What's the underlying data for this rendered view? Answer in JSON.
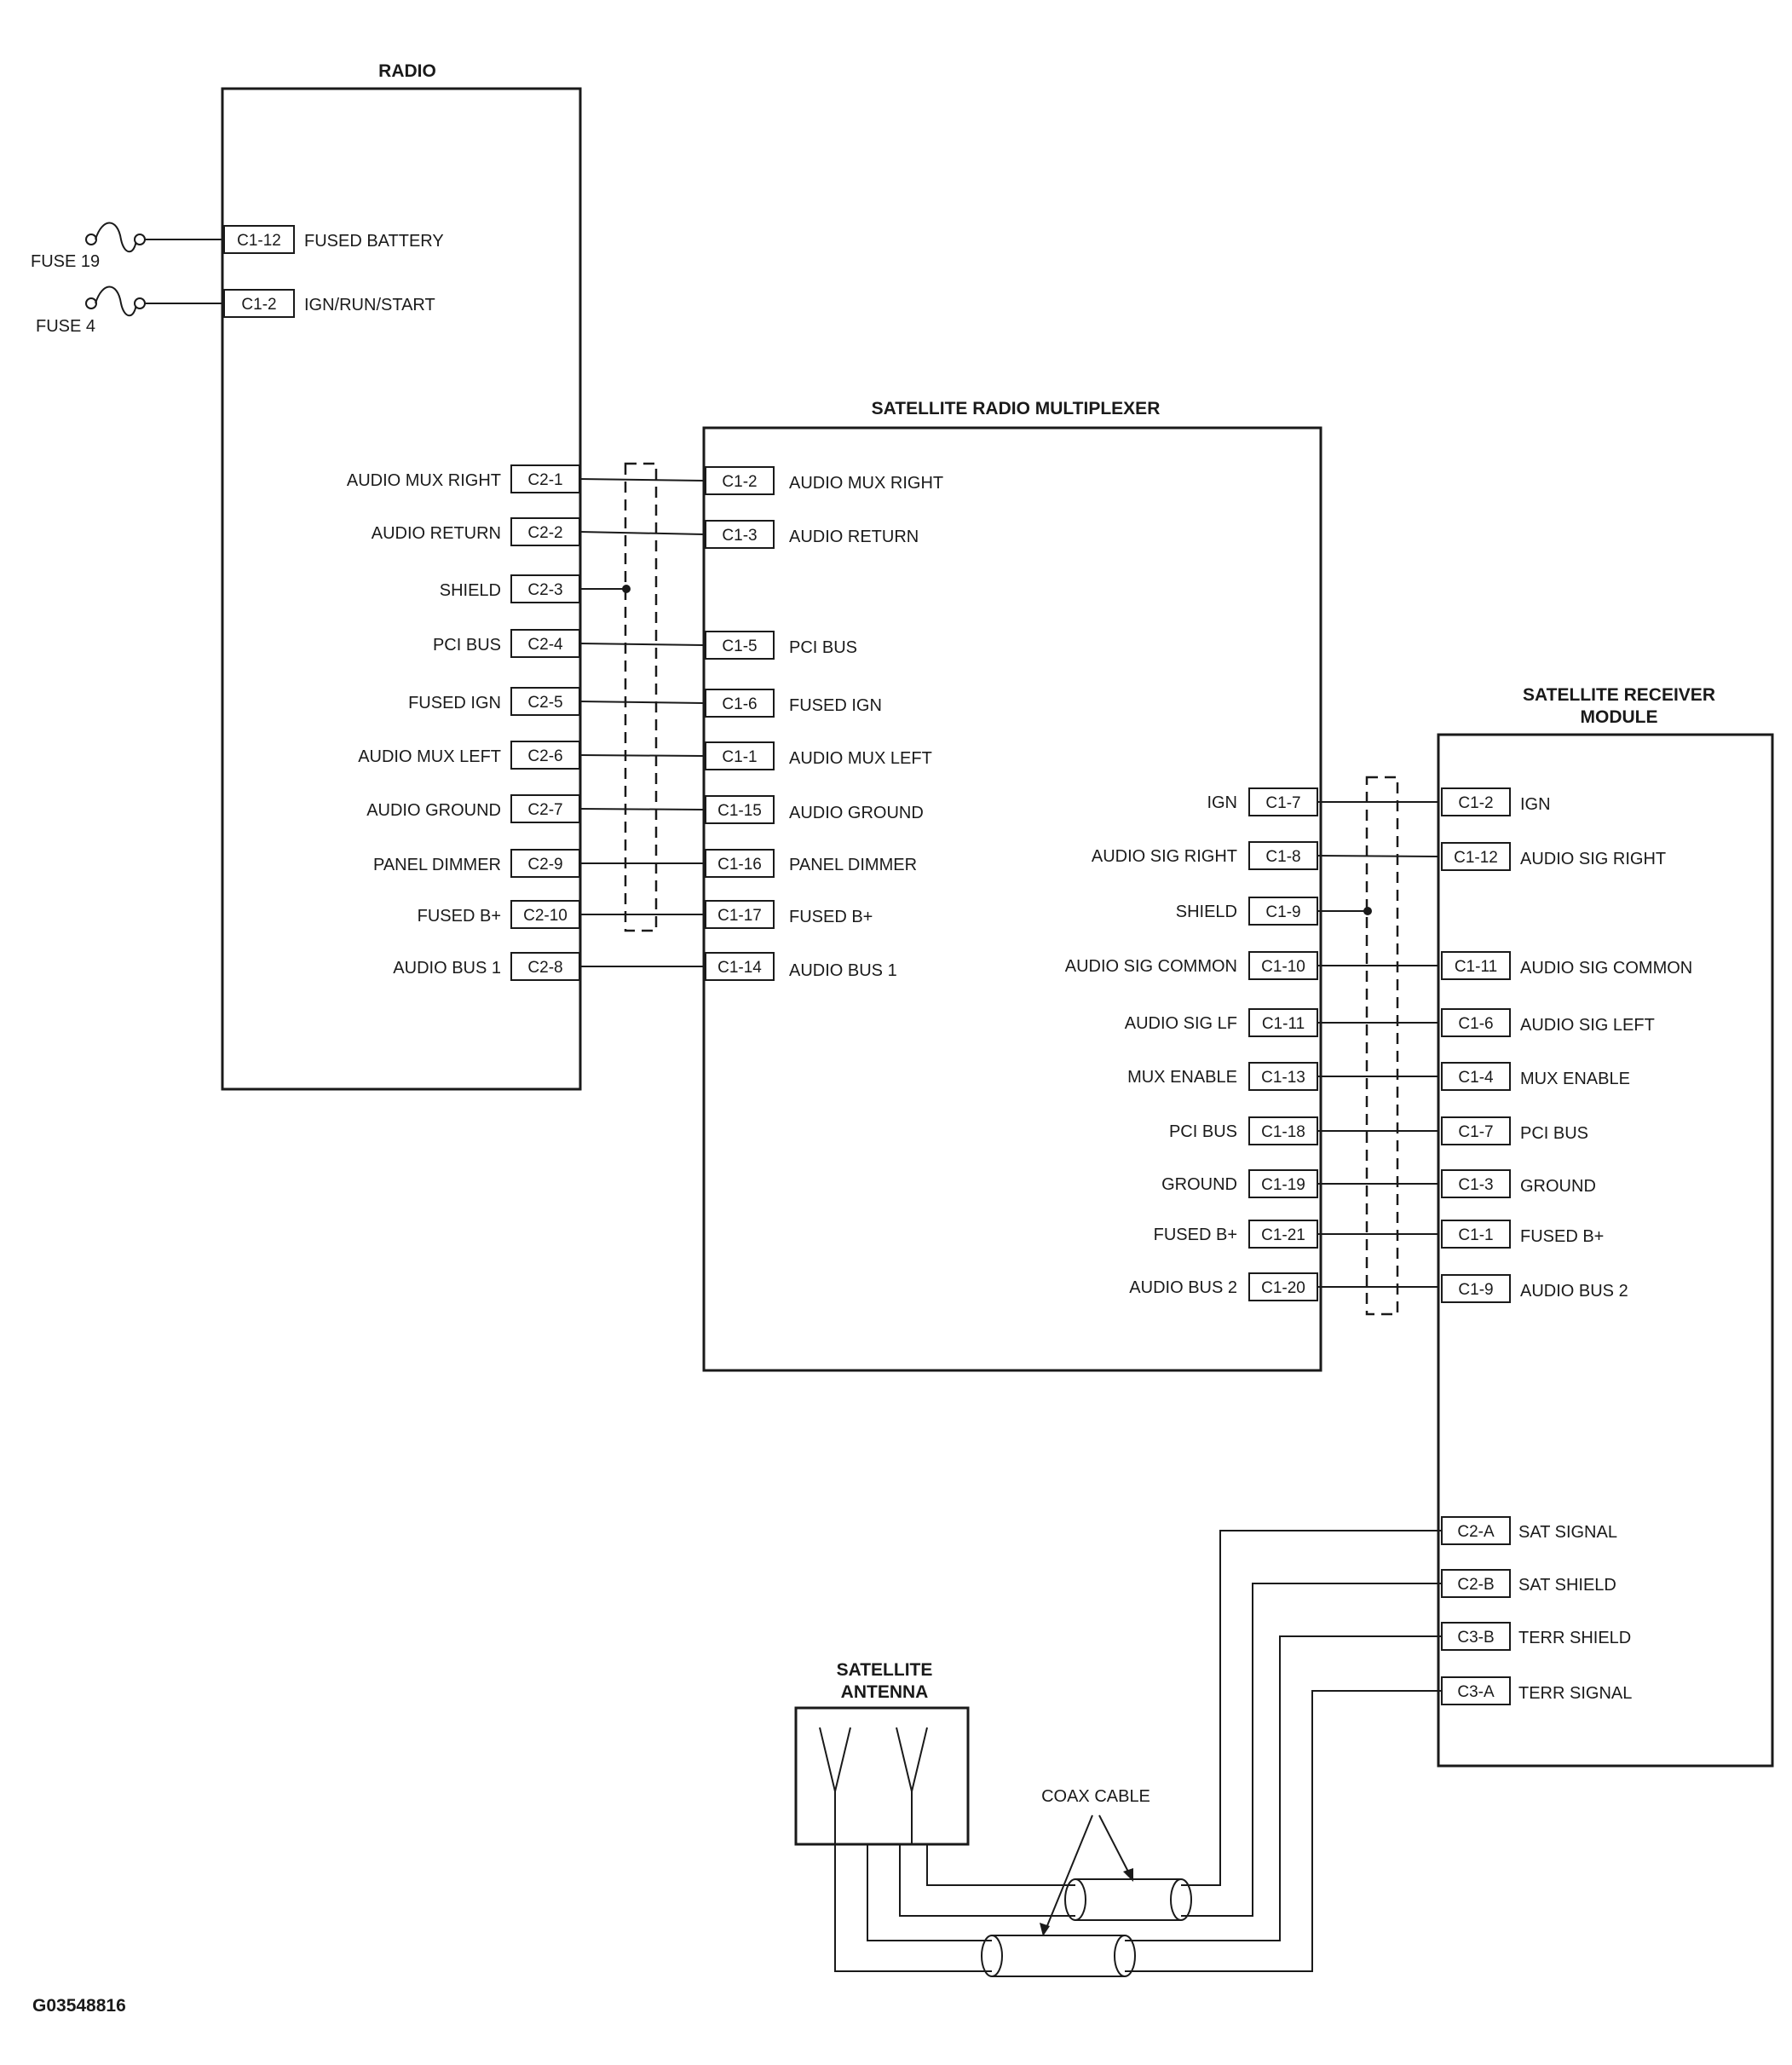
{
  "radio": {
    "title": "RADIO",
    "fused_battery_pin": "C1-12",
    "fused_battery_label": "FUSED BATTERY",
    "fuse19_label": "FUSE 19",
    "ign_pin": "C1-2",
    "ign_label": "IGN/RUN/START",
    "fuse4_label": "FUSE 4",
    "connectors": [
      {
        "label": "AUDIO MUX RIGHT",
        "pin": "C2-1"
      },
      {
        "label": "AUDIO RETURN",
        "pin": "C2-2"
      },
      {
        "label": "SHIELD",
        "pin": "C2-3"
      },
      {
        "label": "PCI BUS",
        "pin": "C2-4"
      },
      {
        "label": "FUSED IGN",
        "pin": "C2-5"
      },
      {
        "label": "AUDIO MUX LEFT",
        "pin": "C2-6"
      },
      {
        "label": "AUDIO GROUND",
        "pin": "C2-7"
      },
      {
        "label": "PANEL DIMMER",
        "pin": "C2-9"
      },
      {
        "label": "FUSED B+",
        "pin": "C2-10"
      },
      {
        "label": "AUDIO BUS 1",
        "pin": "C2-8"
      }
    ]
  },
  "multiplexer": {
    "title": "SATELLITE RADIO MULTIPLEXER",
    "left_connectors": [
      {
        "label": "AUDIO MUX RIGHT",
        "pin": "C1-2"
      },
      {
        "label": "AUDIO RETURN",
        "pin": "C1-3"
      },
      {
        "label": "",
        "pin": ""
      },
      {
        "label": "PCI BUS",
        "pin": "C1-5"
      },
      {
        "label": "FUSED IGN",
        "pin": "C1-6"
      },
      {
        "label": "AUDIO MUX LEFT",
        "pin": "C1-1"
      },
      {
        "label": "AUDIO GROUND",
        "pin": "C1-15"
      },
      {
        "label": "PANEL DIMMER",
        "pin": "C1-16"
      },
      {
        "label": "FUSED B+",
        "pin": "C1-17"
      },
      {
        "label": "AUDIO BUS 1",
        "pin": "C1-14"
      }
    ],
    "right_connectors": [
      {
        "label": "IGN",
        "pin": "C1-7"
      },
      {
        "label": "AUDIO SIG RIGHT",
        "pin": "C1-8"
      },
      {
        "label": "SHIELD",
        "pin": "C1-9"
      },
      {
        "label": "AUDIO SIG COMMON",
        "pin": "C1-10"
      },
      {
        "label": "AUDIO SIG LF",
        "pin": "C1-11"
      },
      {
        "label": "MUX ENABLE",
        "pin": "C1-13"
      },
      {
        "label": "PCI BUS",
        "pin": "C1-18"
      },
      {
        "label": "GROUND",
        "pin": "C1-19"
      },
      {
        "label": "FUSED B+",
        "pin": "C1-21"
      },
      {
        "label": "AUDIO BUS 2",
        "pin": "C1-20"
      }
    ]
  },
  "receiver": {
    "title_line1": "SATELLITE RECEIVER",
    "title_line2": "MODULE",
    "connectors": [
      {
        "label": "IGN",
        "pin": "C1-2"
      },
      {
        "label": "AUDIO SIG RIGHT",
        "pin": "C1-12"
      },
      {
        "label": "",
        "pin": ""
      },
      {
        "label": "AUDIO SIG COMMON",
        "pin": "C1-11"
      },
      {
        "label": "AUDIO SIG LEFT",
        "pin": "C1-6"
      },
      {
        "label": "MUX ENABLE",
        "pin": "C1-4"
      },
      {
        "label": "PCI BUS",
        "pin": "C1-7"
      },
      {
        "label": "GROUND",
        "pin": "C1-3"
      },
      {
        "label": "FUSED B+",
        "pin": "C1-1"
      },
      {
        "label": "AUDIO BUS 2",
        "pin": "C1-9"
      }
    ],
    "antenna_connectors": [
      {
        "label": "SAT SIGNAL",
        "pin": "C2-A"
      },
      {
        "label": "SAT SHIELD",
        "pin": "C2-B"
      },
      {
        "label": "TERR SHIELD",
        "pin": "C3-B"
      },
      {
        "label": "TERR SIGNAL",
        "pin": "C3-A"
      }
    ]
  },
  "antenna": {
    "title_line1": "SATELLITE",
    "title_line2": "ANTENNA"
  },
  "coax_label": "COAX CABLE",
  "figure_id": "G03548816"
}
